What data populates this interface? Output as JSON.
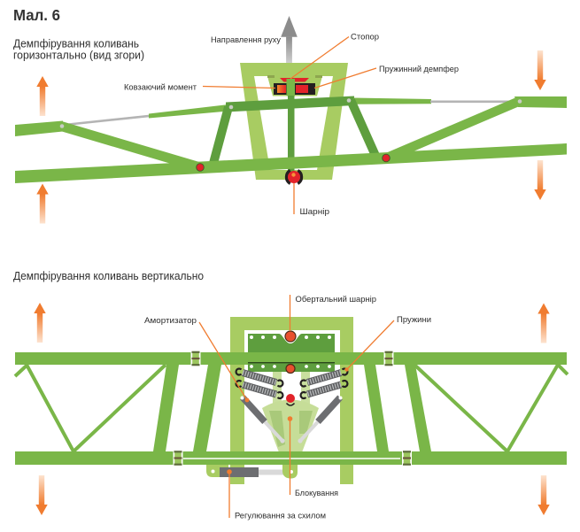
{
  "figure": {
    "title": "Мал. 6"
  },
  "horizontal_damping": {
    "title_line1": "Демпфірування коливань",
    "title_line2": "горизонтально (вид згори)",
    "labels": {
      "travel_direction": "Направлення руху",
      "stopper": "Стопор",
      "spring_damper": "Пружинний демпфер",
      "sliding_moment": "Ковзаючий момент",
      "hinge": "Шарнір"
    },
    "arrows": {
      "travel": "up",
      "left_top": "up",
      "left_bottom": "up",
      "right_top": "down",
      "right_bottom": "down"
    }
  },
  "vertical_damping": {
    "title": "Демпфірування коливань вертикально",
    "labels": {
      "rotary_hinge": "Обертальний шарнір",
      "shock_absorber": "Амортизатор",
      "springs": "Пружини",
      "lock": "Блокування",
      "slope_adjustment": "Регулювання за схилом"
    },
    "arrows": {
      "left_top": "up",
      "left_bottom": "down",
      "right_top": "up",
      "right_bottom": "down"
    }
  },
  "colors": {
    "boom_green": "#7ab648",
    "frame_light_green": "#a8cc62",
    "section_dark_green": "#5e9e3e",
    "accent_orange": "#f07c30",
    "joint_red": "#e2232a",
    "damper_black": "#231f20",
    "cylinder_grey": "#6d6e71",
    "rod_grey": "#d9d9d9",
    "tie_rod_grey": "#b4b4b4",
    "travel_arrow_grey": "#8c8c8c"
  }
}
